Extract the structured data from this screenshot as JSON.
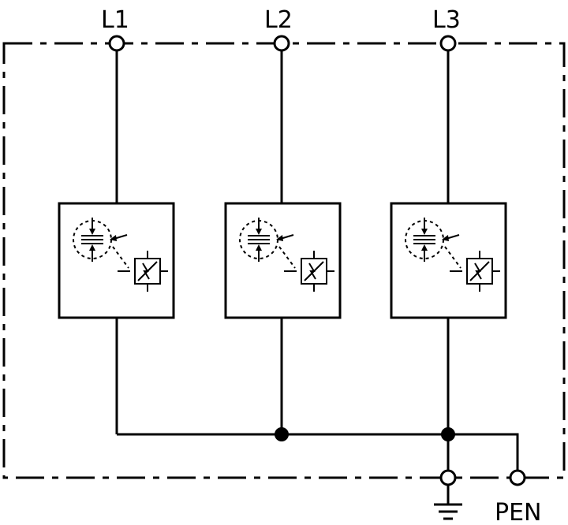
{
  "diagram": {
    "terminals": [
      {
        "label": "L1"
      },
      {
        "label": "L2"
      },
      {
        "label": "L3"
      }
    ],
    "pen_label": "PEN",
    "earth_symbol": "earth-ground-icon",
    "module_icons": [
      "spark-gap-icon",
      "fuse-icon"
    ]
  }
}
